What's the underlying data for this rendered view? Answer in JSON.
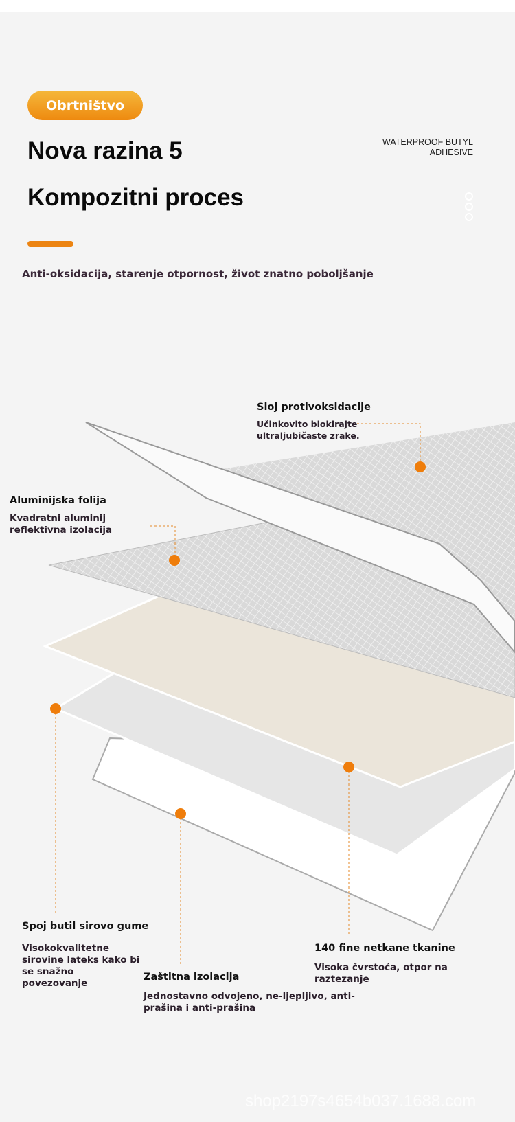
{
  "header": {
    "badge": "Obrtništvo",
    "title_line1": "Nova razina 5",
    "title_line2": "Kompozitni proces",
    "subtitle": "Anti-oksidacija, starenje otpornost, život znatno poboljšanje",
    "english_line1": "WATERPROOF BUTYL",
    "english_line2": "ADHESIVE"
  },
  "labels": [
    {
      "title": "Sloj protivoksidacije",
      "desc": "Učinkovito blokirajte ultraljubičaste zrake."
    },
    {
      "title": "Aluminijska folija",
      "desc": "Kvadratni aluminij reflektivna izolacija"
    },
    {
      "title": "Spoj butil sirovo gume",
      "desc": "Visokokvalitetne sirovine lateks kako bi se snažno povezovanje"
    },
    {
      "title": "Zaštitna izolacija",
      "desc": "Jednostavno odvojeno, ne-ljepljivo, anti-prašina i anti-prašina"
    },
    {
      "title": "140 fine netkane tkanine",
      "desc": "Visoka čvrstoća, otpor na raztezanje"
    }
  ],
  "watermark": "shop2197s4654b037.1688.com",
  "colors": {
    "accent": "#ec8412",
    "background": "#f4f4f4"
  }
}
